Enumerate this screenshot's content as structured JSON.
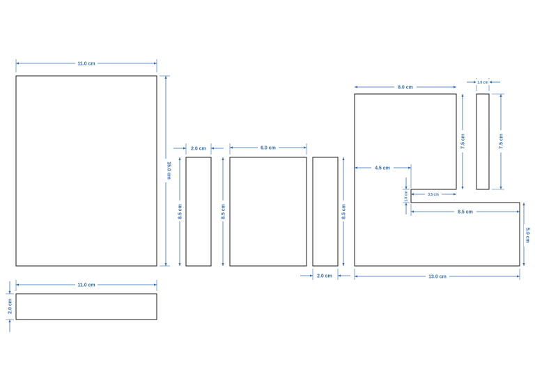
{
  "colors": {
    "outline": "#1a1a1a",
    "dimension": "#2e6bb0",
    "background": "#ffffff"
  },
  "parts": {
    "base": {
      "width_label": "11.0 cm",
      "height_label": "15.0 cm"
    },
    "strip": {
      "width_label": "11.0 cm",
      "height_label": "2.0 cm"
    },
    "post_left": {
      "width_label": "2.0 cm",
      "height_label": "8.5 cm"
    },
    "panel_center": {
      "width_label": "6.0 cm",
      "height_label": "8.5 cm"
    },
    "post_right": {
      "width_label": "2.0 cm",
      "height_label": "8.5 cm"
    },
    "l_shape": {
      "top_width_label": "8.0 cm",
      "vertical_label": "7.5 cm",
      "inner_offset_label": "4.5 cm",
      "slot_height_label": "1.0 cm",
      "slot_width_label": "3.5 cm",
      "lower_width_label": "8.5 cm",
      "right_height_label": "5.0 cm",
      "total_width_label": "13.0 cm"
    },
    "bar": {
      "width_label": "1.0 cm",
      "height_label": "7.5 cm"
    }
  }
}
